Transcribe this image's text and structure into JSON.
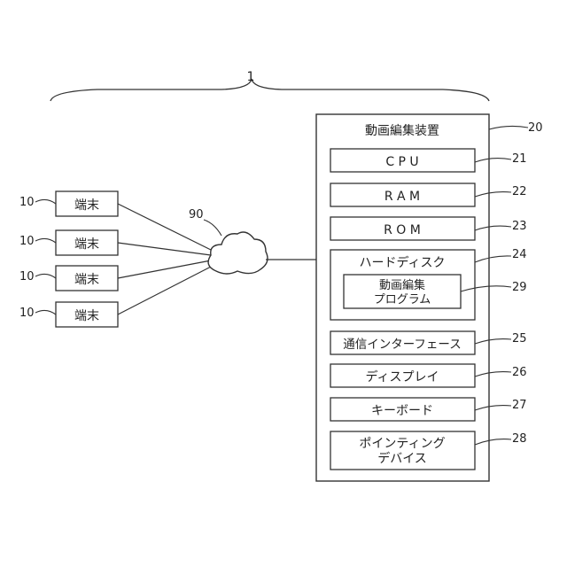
{
  "system": {
    "ref": "1"
  },
  "network": {
    "ref": "90"
  },
  "terminals": [
    {
      "ref": "10",
      "label": "端末"
    },
    {
      "ref": "10",
      "label": "端末"
    },
    {
      "ref": "10",
      "label": "端末"
    },
    {
      "ref": "10",
      "label": "端末"
    }
  ],
  "device": {
    "ref": "20",
    "title": "動画編集装置",
    "cpu": {
      "ref": "21",
      "label": "C P U"
    },
    "ram": {
      "ref": "22",
      "label": "R A M"
    },
    "rom": {
      "ref": "23",
      "label": "R O M"
    },
    "hdd": {
      "ref": "24",
      "label": "ハードディスク"
    },
    "program": {
      "ref": "29",
      "line1": "動画編集",
      "line2": "プログラム"
    },
    "comm": {
      "ref": "25",
      "label": "通信インターフェース"
    },
    "display": {
      "ref": "26",
      "label": "ディスプレイ"
    },
    "keyboard": {
      "ref": "27",
      "label": "キーボード"
    },
    "pointing": {
      "ref": "28",
      "line1": "ポインティング",
      "line2": "デバイス"
    }
  }
}
